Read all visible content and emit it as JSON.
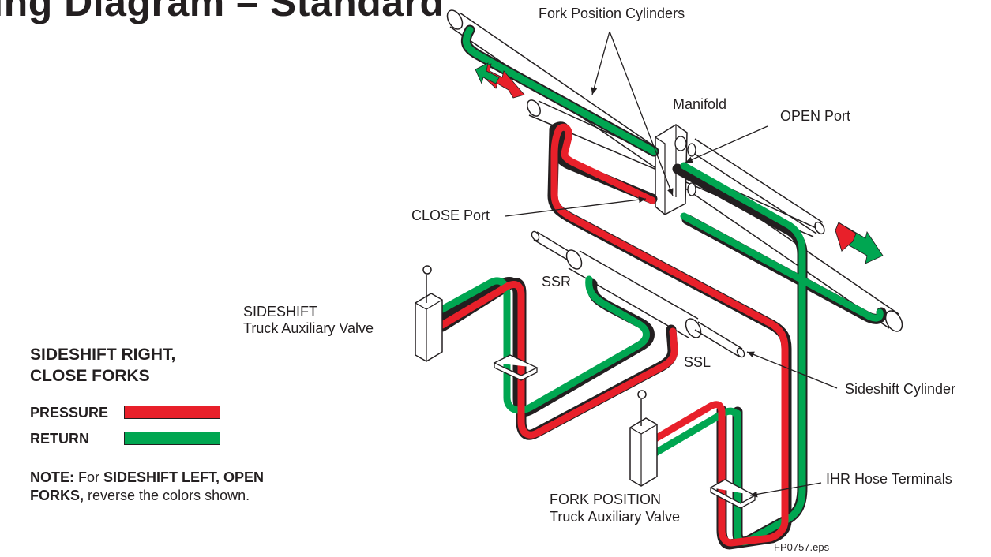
{
  "title": "sing Diagram – Standard",
  "labels": {
    "fork_position_cylinders": "Fork Position Cylinders",
    "manifold": "Manifold",
    "open_port": "OPEN Port",
    "close_port": "CLOSE Port",
    "ssr": "SSR",
    "ssl": "SSL",
    "sideshift_valve_line1": "SIDESHIFT",
    "sideshift_valve_line2": "Truck Auxiliary Valve",
    "sideshift_cylinder": "Sideshift Cylinder",
    "fork_position_valve_line1": "FORK POSITION",
    "fork_position_valve_line2": "Truck Auxiliary Valve",
    "ihr_hose_terminals": "IHR Hose Terminals",
    "file_name": "FP0757.eps"
  },
  "legend": {
    "heading_line1": "SIDESHIFT RIGHT,",
    "heading_line2": "CLOSE FORKS",
    "pressure_label": "PRESSURE",
    "return_label": "RETURN",
    "pressure_color": "#e8202a",
    "return_color": "#00a651"
  },
  "note": {
    "prefix": "NOTE:",
    "text1": " For ",
    "bold1": "SIDESHIFT LEFT, OPEN FORKS,",
    "text2": " reverse the colors shown."
  }
}
